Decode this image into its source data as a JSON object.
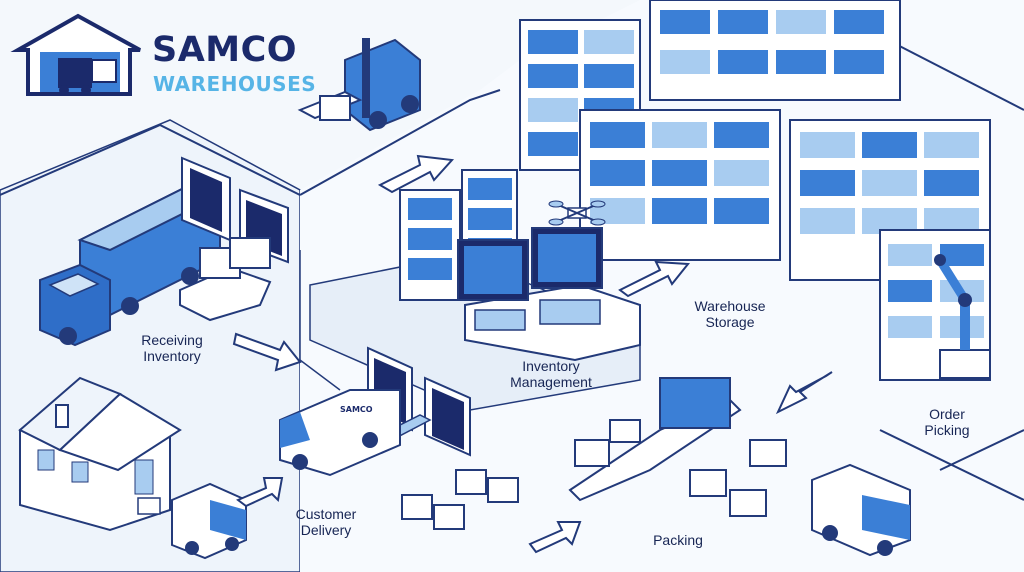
{
  "logo": {
    "line1": "SAMCO",
    "line2": "WAREHOUSES",
    "van_text": "SAMCO"
  },
  "stages": {
    "receiving": "Receiving\nInventory",
    "inventory": "Inventory\nManagement",
    "storage": "Warehouse\nStorage",
    "picking": "Order\nPicking",
    "packing": "Packing",
    "delivery": "Customer\nDelivery"
  },
  "colors": {
    "navy": "#1b2a6b",
    "accent": "#56b4e6",
    "blue": "#3b7fd6",
    "light_blue": "#a8ccf0",
    "outline": "#233a7a"
  },
  "icons": [
    "warehouse-icon",
    "forklift-icon",
    "truck-icon",
    "van-icon",
    "drone-icon",
    "robot-arm-icon",
    "house-icon",
    "monitor-icon",
    "conveyor-icon",
    "arrow-icon"
  ]
}
